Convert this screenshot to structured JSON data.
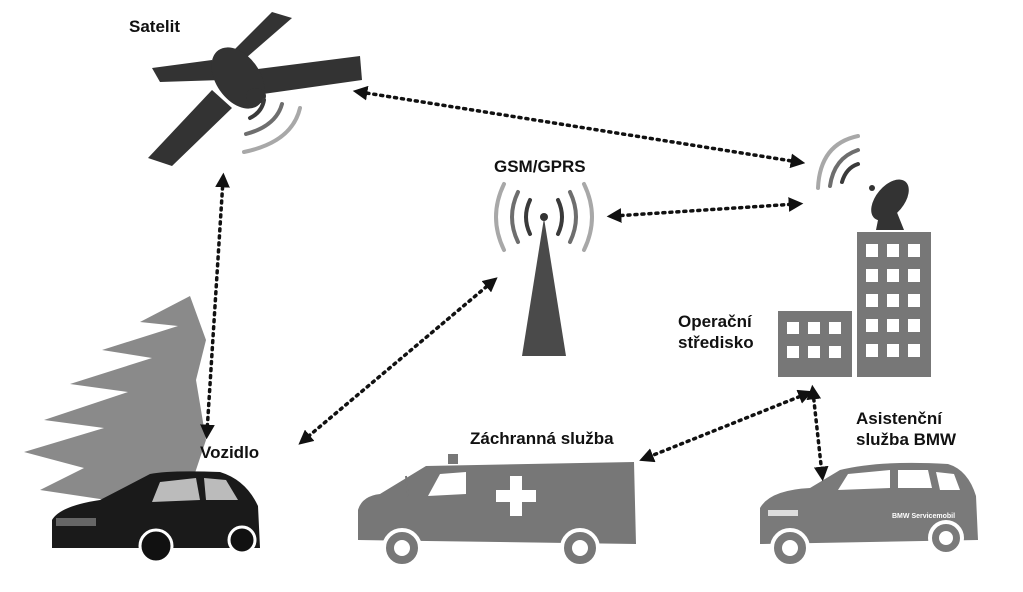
{
  "labels": {
    "satellite": "Satelit",
    "gsm": "GSM/GPRS",
    "operations_line1": "Operační",
    "operations_line2": "středisko",
    "vehicle": "Vozidlo",
    "ambulance": "Záchranná služba",
    "assist_line1": "Asistenční",
    "assist_line2": "služba BMW",
    "servicemobil": "BMW Servicemobil"
  },
  "colors": {
    "dark": "#111111",
    "gray": "#6e6e6e",
    "light_gray": "#a8a8a8",
    "tower": "#4a4a4a"
  },
  "icons": [
    "satellite-icon",
    "antenna-tower-icon",
    "dish-antenna-icon",
    "building-icon",
    "tree-icon",
    "car-icon",
    "ambulance-icon",
    "suv-icon"
  ]
}
